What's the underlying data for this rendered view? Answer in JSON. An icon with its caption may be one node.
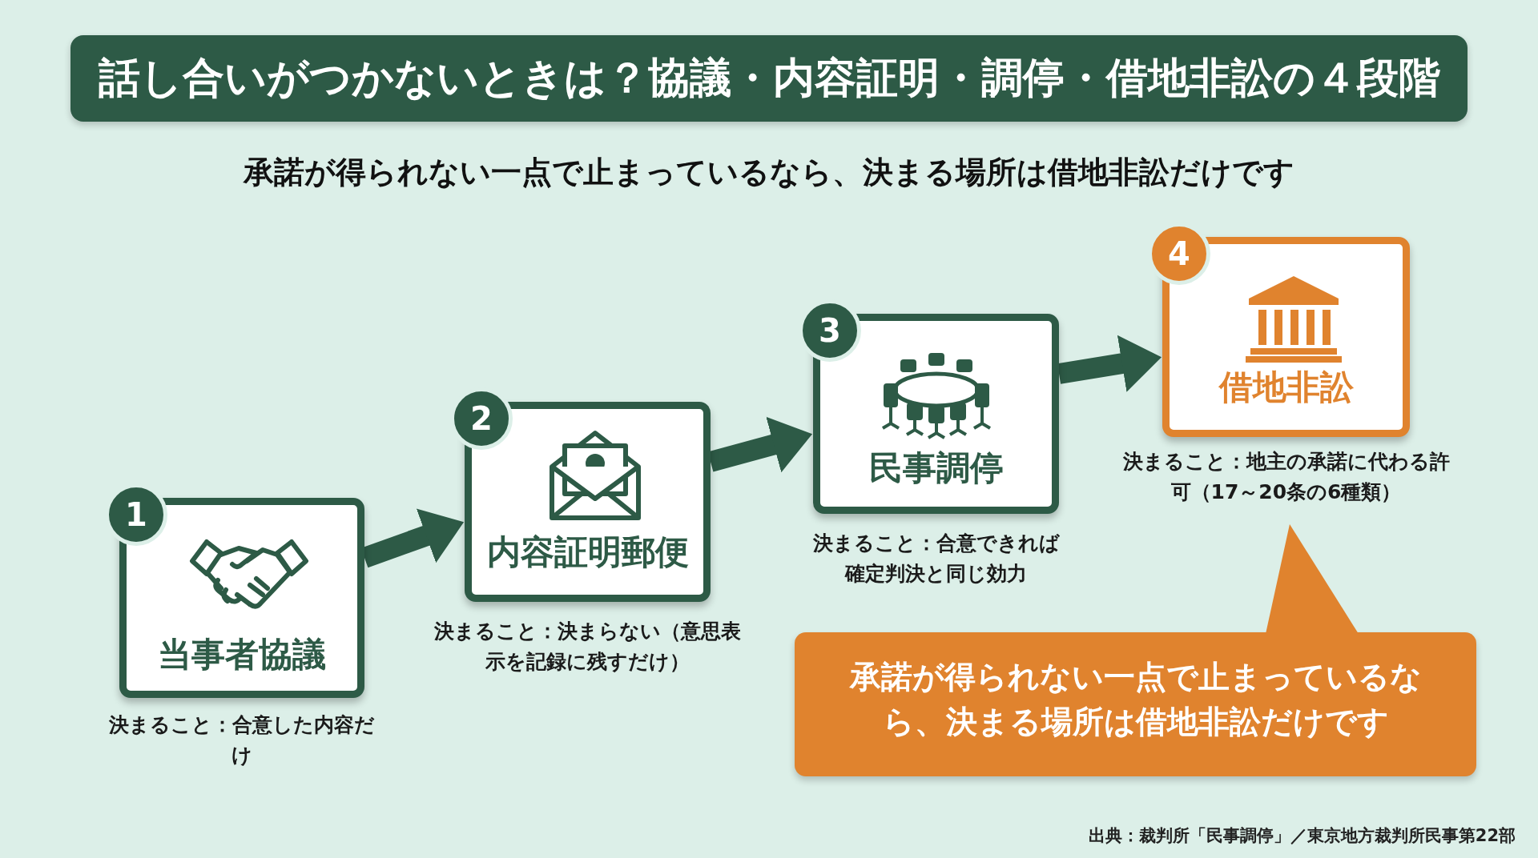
{
  "diagram": {
    "title": "話し合いがつかないときは？協議・内容証明・調停・借地非訟の４段階",
    "nodes": [
      {
        "text": [
          "1",
          "当事者協議"
        ],
        "beside": [
          "決まること：合意した内容だけ"
        ]
      },
      {
        "text": [
          "2",
          "内容証明郵便"
        ],
        "beside": [
          "決まること：決まらない（意思表示を記録に残すだけ）"
        ]
      },
      {
        "text": [
          "3",
          "民事調停"
        ],
        "beside": [
          "決まること：合意できれば確定判決と同じ効力"
        ]
      },
      {
        "text": [
          "4",
          "借地非訟"
        ],
        "beside": [
          "決まること：地主の承諾に代わる許可（17～20条の6種類）"
        ]
      },
      {
        "text": [
          "承諾が得られない一点で止まっているなら、決まる場所は借地非訟だけです"
        ]
      }
    ],
    "edges": [
      {
        "from": 0,
        "to": 1,
        "arrow": "to"
      },
      {
        "from": 1,
        "to": 2,
        "arrow": "to"
      },
      {
        "from": 2,
        "to": 3,
        "arrow": "to"
      }
    ],
    "labels": [
      "承諾が得られない一点で止まっているなら、決まる場所は借地非訟だけです",
      "出典：裁判所「民事調停」／東京地方裁判所民事第22部"
    ]
  }
}
